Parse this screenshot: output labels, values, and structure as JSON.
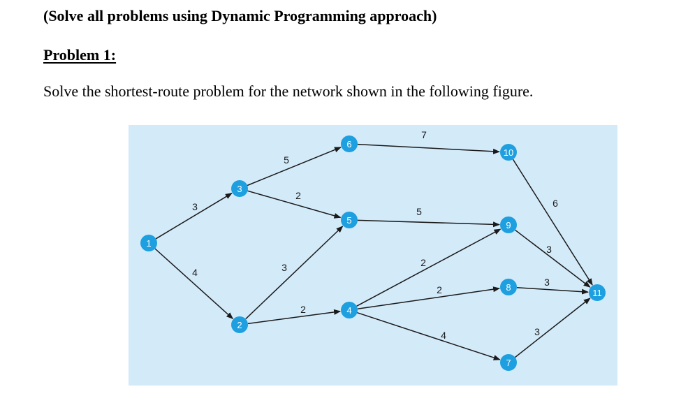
{
  "document": {
    "instruction": "(Solve all problems using Dynamic Programming approach)",
    "problem_heading": "Problem 1:",
    "problem_statement": "Solve the shortest-route problem for the network shown in the following figure."
  },
  "colors": {
    "figure_background": "#d3eaf9",
    "node_fill": "#1e9fdf",
    "node_text": "#ffffff",
    "edge_color": "#1a1a1a"
  },
  "network": {
    "nodes": [
      {
        "id": 1,
        "label": "1"
      },
      {
        "id": 2,
        "label": "2"
      },
      {
        "id": 3,
        "label": "3"
      },
      {
        "id": 4,
        "label": "4"
      },
      {
        "id": 5,
        "label": "5"
      },
      {
        "id": 6,
        "label": "6"
      },
      {
        "id": 7,
        "label": "7"
      },
      {
        "id": 8,
        "label": "8"
      },
      {
        "id": 9,
        "label": "9"
      },
      {
        "id": 10,
        "label": "10"
      },
      {
        "id": 11,
        "label": "11"
      }
    ],
    "edges": [
      {
        "from": 1,
        "to": 3,
        "weight": "3"
      },
      {
        "from": 1,
        "to": 2,
        "weight": "4"
      },
      {
        "from": 3,
        "to": 6,
        "weight": "5"
      },
      {
        "from": 3,
        "to": 5,
        "weight": "2"
      },
      {
        "from": 2,
        "to": 5,
        "weight": "3"
      },
      {
        "from": 2,
        "to": 4,
        "weight": "2"
      },
      {
        "from": 6,
        "to": 10,
        "weight": "7"
      },
      {
        "from": 5,
        "to": 9,
        "weight": "5"
      },
      {
        "from": 4,
        "to": 9,
        "weight": "2"
      },
      {
        "from": 4,
        "to": 8,
        "weight": "2"
      },
      {
        "from": 4,
        "to": 7,
        "weight": "4"
      },
      {
        "from": 10,
        "to": 11,
        "weight": "6"
      },
      {
        "from": 9,
        "to": 11,
        "weight": "3"
      },
      {
        "from": 8,
        "to": 11,
        "weight": "3"
      },
      {
        "from": 7,
        "to": 11,
        "weight": "3"
      }
    ]
  }
}
